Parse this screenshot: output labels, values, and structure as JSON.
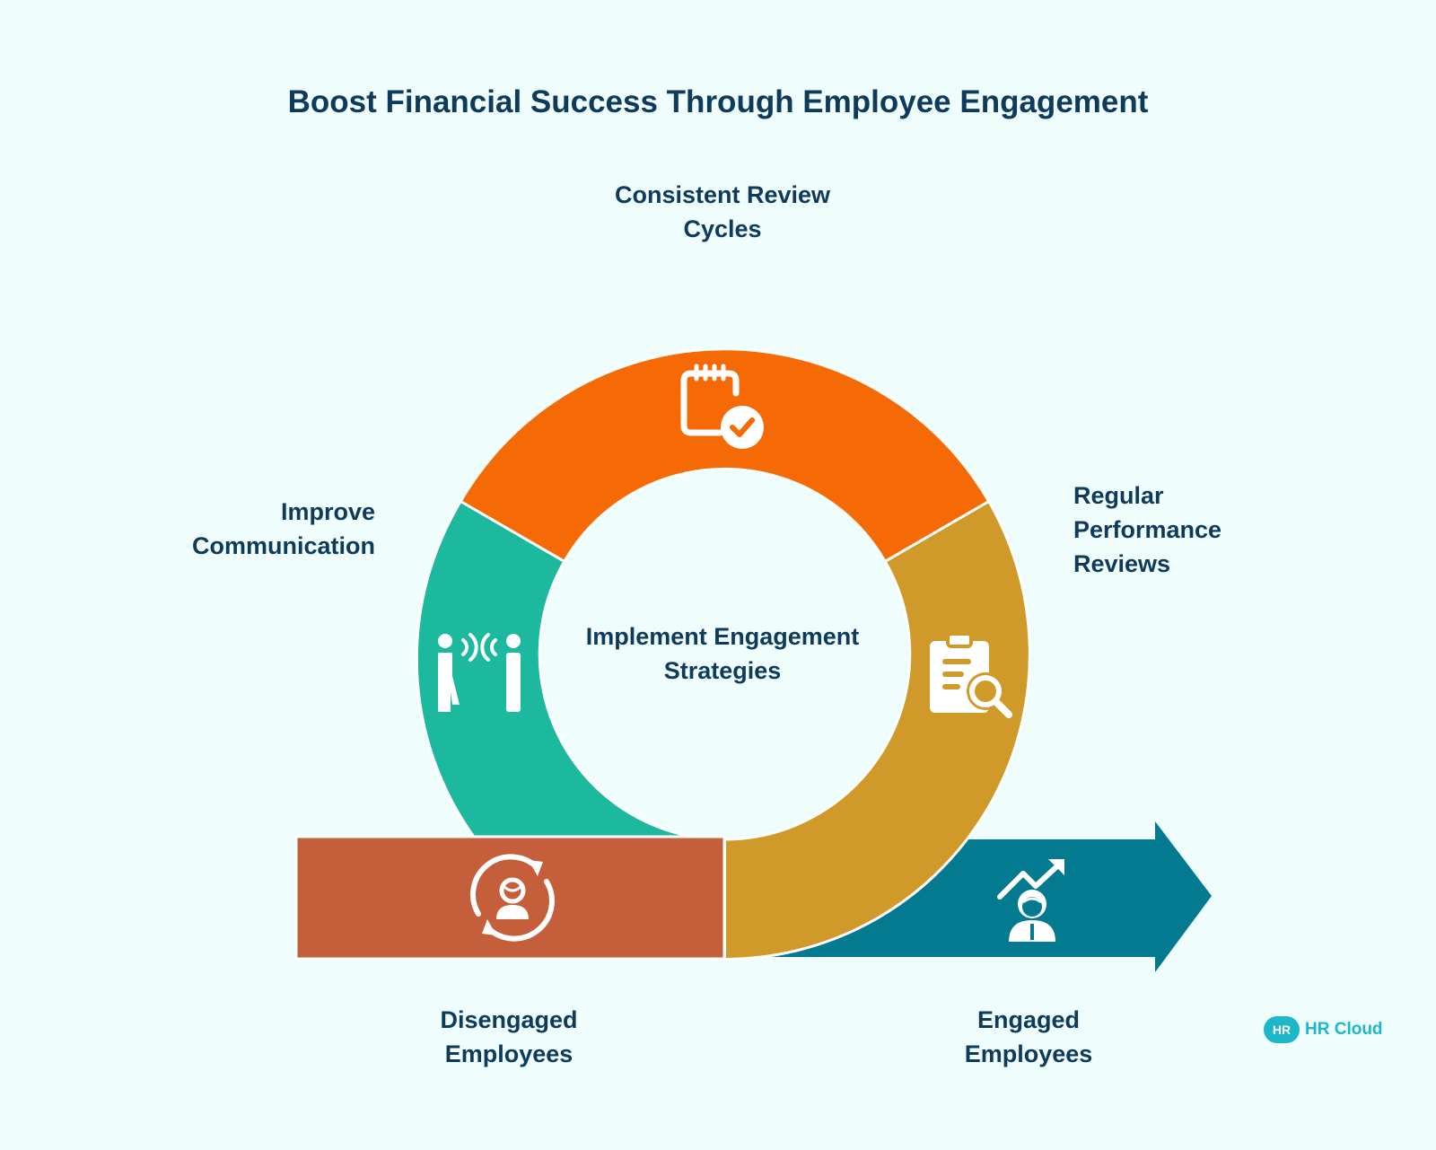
{
  "title": "Boost Financial Success Through Employee Engagement",
  "center_label": "Implement Engagement\nStrategies",
  "segments": {
    "top": {
      "label": "Consistent Review\nCycles",
      "icon": "calendar-check-icon",
      "color": "#f56a05"
    },
    "left": {
      "label": "Improve\nCommunication",
      "icon": "people-talking-icon",
      "color": "#1db99f"
    },
    "right": {
      "label": "Regular\nPerformance\nReviews",
      "icon": "clipboard-search-icon",
      "color": "#cf9a29"
    }
  },
  "bars": {
    "disengaged": {
      "label": "Disengaged\nEmployees",
      "icon": "person-cycle-icon",
      "color": "#c55e3a"
    },
    "engaged": {
      "label": "Engaged\nEmployees",
      "icon": "person-growth-icon",
      "color": "#037a90"
    }
  },
  "logo": {
    "badge": "HR",
    "name": "HR Cloud"
  },
  "colors": {
    "background": "#effdfd",
    "text": "#0e3a5c",
    "accent": "#1cb7c8"
  }
}
